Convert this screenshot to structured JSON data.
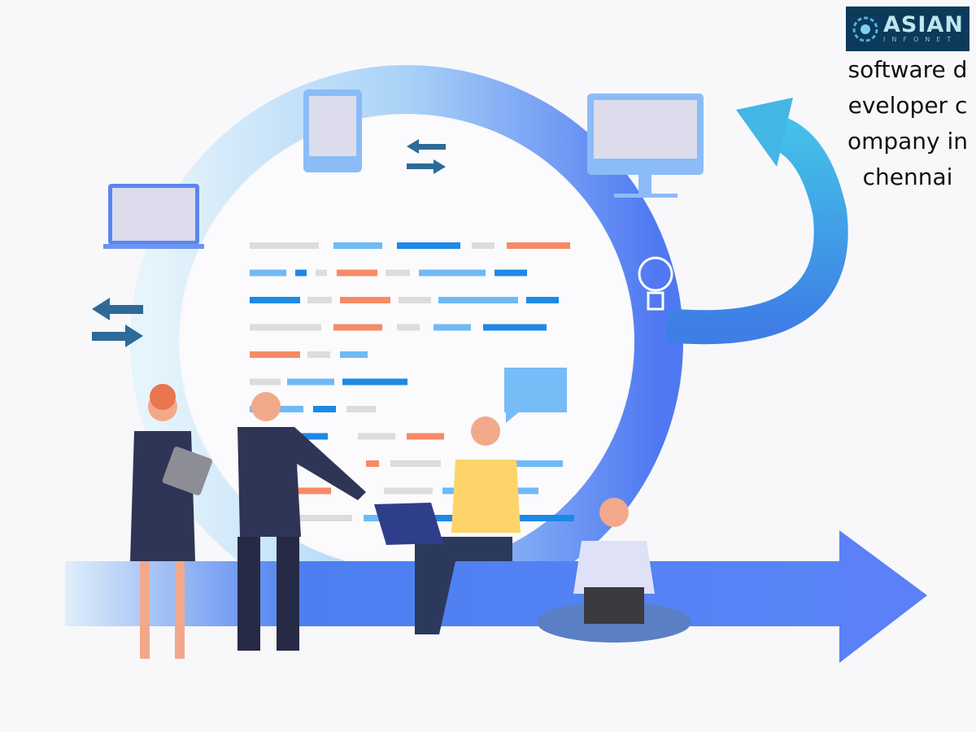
{
  "logo": {
    "main": "ASIAN",
    "sub": "INFONET"
  },
  "caption": "software developer company in chennai",
  "colors": {
    "arrow": "#5b7ff5",
    "curl": "#3fb4e5",
    "code_blue": "#1e88e5",
    "code_light": "#6fbaf5",
    "code_orange": "#f78a66",
    "code_gray": "#dcdcdc",
    "navy": "#2f3556"
  }
}
